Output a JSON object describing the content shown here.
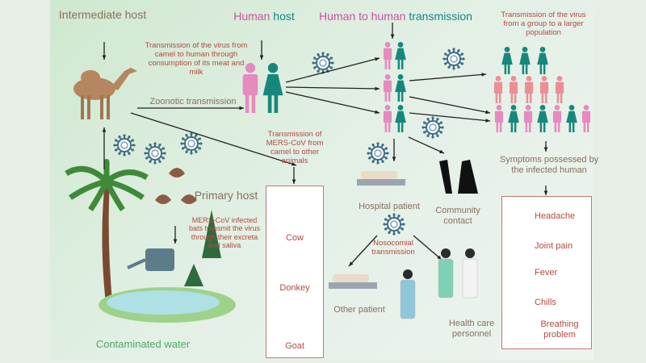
{
  "labels": {
    "intermediate_host": "Intermediate host",
    "human_host_1": "Human",
    "human_host_2": "host",
    "h2h_1": "Human to human",
    "h2h_2": "transmission",
    "camel_to_human": "Transmission of the virus from camel to human through consumption of its meat and milk",
    "zoonotic": "Zoonotic transmission",
    "group_to_population": "Transmission of the virus from a group to a larger population",
    "camel_to_animals": "Transmission of MERS-CoV from camel to other animals",
    "primary_host": "Primary host",
    "bats_transmit": "MERS-CoV infected bats transmit the virus through their excreta and saliva",
    "contaminated_water": "Contaminated water",
    "hospital_patient": "Hospital patient",
    "community_contact": "Community contact",
    "nosocomial": "Nosocomial transmission",
    "other_patient": "Other patient",
    "health_care_personnel": "Health care personnel",
    "symptoms_title": "Symptoms possessed by the infected human"
  },
  "animals": [
    "Cow",
    "Donkey",
    "Goat"
  ],
  "symptoms": [
    "Headache",
    "Joint pain",
    "Fever",
    "Chills",
    "Breathing problem"
  ],
  "colors": {
    "male": "#e58bbf",
    "female": "#17877c",
    "population_male": "#ec8f95",
    "virus": "#3f6f86",
    "text_red": "#b24a40",
    "text_brown": "#86705e"
  }
}
